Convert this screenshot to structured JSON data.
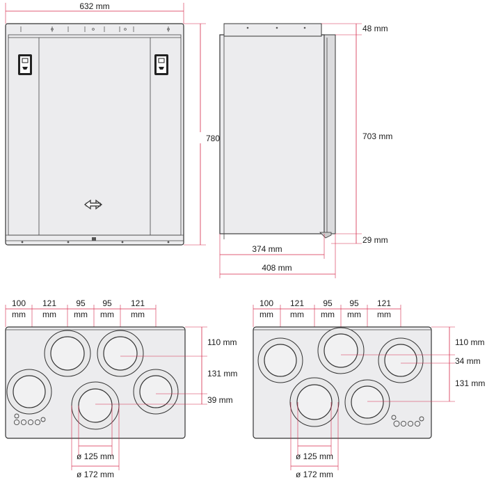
{
  "front_view": {
    "width_label": "632 mm",
    "height_label": "780",
    "swap_icon": "double-arrow-icon",
    "lock_icon": "lock-bracket-icon"
  },
  "side_view": {
    "top_label": "48 mm",
    "height_label": "703 mm",
    "bottom_label": "29 mm",
    "depth_inner_label": "374 mm",
    "depth_outer_label": "408 mm"
  },
  "hob_left": {
    "columns": [
      {
        "value": "100",
        "unit": "mm"
      },
      {
        "value": "121",
        "unit": "mm"
      },
      {
        "value": "95",
        "unit": "mm"
      },
      {
        "value": "95",
        "unit": "mm"
      },
      {
        "value": "121",
        "unit": "mm"
      }
    ],
    "right_labels": [
      "110 mm",
      "131 mm",
      "39 mm"
    ],
    "diam_small": "ø 125 mm",
    "diam_large": "ø 172 mm"
  },
  "hob_right": {
    "columns": [
      {
        "value": "100",
        "unit": "mm"
      },
      {
        "value": "121",
        "unit": "mm"
      },
      {
        "value": "95",
        "unit": "mm"
      },
      {
        "value": "95",
        "unit": "mm"
      },
      {
        "value": "121",
        "unit": "mm"
      }
    ],
    "right_labels": [
      "110 mm",
      "34 mm",
      "131 mm"
    ],
    "diam_small": "ø 125 mm",
    "diam_large": "ø 172 mm"
  },
  "colors": {
    "dimension_line": "#d6284a",
    "body": "#ececee",
    "outline": "#333333"
  }
}
